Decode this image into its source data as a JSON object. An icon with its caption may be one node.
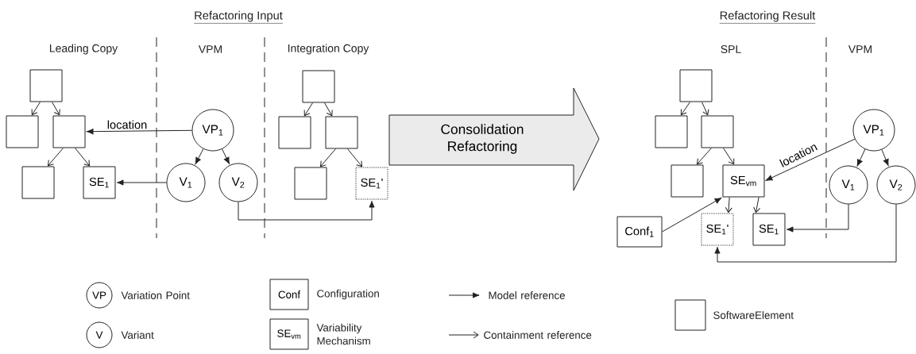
{
  "diagram": {
    "nodes": [
      {
        "text": [],
        "shape": "box"
      },
      {
        "text": [],
        "shape": "box"
      },
      {
        "text": [],
        "shape": "box"
      },
      {
        "text": [],
        "shape": "box"
      },
      {
        "text": [
          "SE$_{1}$"
        ]
      },
      {
        "text": [
          "VP$_{1}$"
        ]
      },
      {
        "text": [
          "V$_{1}$"
        ]
      },
      {
        "text": [
          "V$_{2}$"
        ]
      },
      {
        "text": [],
        "shape": "box"
      },
      {
        "text": [],
        "shape": "box"
      },
      {
        "text": [],
        "shape": "box"
      },
      {
        "text": [],
        "shape": "box"
      },
      {
        "text": [
          "SE$_{1}$'"
        ]
      },
      {
        "text": [
          "Consolidation Refactoring"
        ]
      },
      {
        "text": [],
        "shape": "box"
      },
      {
        "text": [],
        "shape": "box"
      },
      {
        "text": [],
        "shape": "box"
      },
      {
        "text": [],
        "shape": "box"
      },
      {
        "text": [
          "SE$_{vm}$"
        ]
      },
      {
        "text": [
          "VP$_{1}$"
        ]
      },
      {
        "text": [
          "V$_{1}$"
        ]
      },
      {
        "text": [
          "V$_{2}$"
        ]
      },
      {
        "text": [
          "Conf$_{1}$"
        ]
      },
      {
        "text": [
          "SE$_{1}$'"
        ]
      },
      {
        "text": [
          "SE$_{1}$"
        ]
      }
    ],
    "edges": [
      {
        "from": 0,
        "to": 1,
        "arrow": "to"
      },
      {
        "from": 0,
        "to": 2,
        "arrow": "to"
      },
      {
        "from": 2,
        "to": 3,
        "arrow": "to"
      },
      {
        "from": 2,
        "to": 4,
        "arrow": "to"
      },
      {
        "from": 5,
        "to": 2,
        "arrow": "to",
        "label": "location"
      },
      {
        "from": 5,
        "to": 6,
        "arrow": "to"
      },
      {
        "from": 5,
        "to": 7,
        "arrow": "to"
      },
      {
        "from": 6,
        "to": 4,
        "arrow": "to"
      },
      {
        "from": 7,
        "to": 12,
        "arrow": "to"
      },
      {
        "from": 8,
        "to": 9,
        "arrow": "to"
      },
      {
        "from": 8,
        "to": 10,
        "arrow": "to"
      },
      {
        "from": 10,
        "to": 11,
        "arrow": "to"
      },
      {
        "from": 10,
        "to": 12,
        "arrow": "to"
      },
      {
        "from": 14,
        "to": 15,
        "arrow": "to"
      },
      {
        "from": 14,
        "to": 16,
        "arrow": "to"
      },
      {
        "from": 16,
        "to": 17,
        "arrow": "to"
      },
      {
        "from": 16,
        "to": 18,
        "arrow": "to"
      },
      {
        "from": 19,
        "to": 18,
        "arrow": "to",
        "label": "location"
      },
      {
        "from": 19,
        "to": 20,
        "arrow": "to"
      },
      {
        "from": 19,
        "to": 21,
        "arrow": "to"
      },
      {
        "from": 20,
        "to": 24,
        "arrow": "to"
      },
      {
        "from": 21,
        "to": 23,
        "arrow": "to"
      },
      {
        "from": 22,
        "to": 18,
        "arrow": "to"
      },
      {
        "from": 18,
        "to": 23,
        "arrow": "to"
      },
      {
        "from": 18,
        "to": 24,
        "arrow": "to"
      }
    ],
    "labels": [
      "Refactoring Input",
      "Leading Copy",
      "VPM",
      "Integration Copy",
      "Refactoring Result",
      "SPL",
      "VPM",
      "VP",
      "V",
      "Conf",
      "SE$_{vm}$"
    ],
    "legend": [
      {
        "text": "Variation Point"
      },
      {
        "text": "Variant"
      },
      {
        "text": "Configuration"
      },
      {
        "text": "Variability Mechanism"
      },
      {
        "text": "Model reference"
      },
      {
        "text": "Containment reference"
      },
      {
        "text": "SoftwareElement"
      }
    ]
  }
}
